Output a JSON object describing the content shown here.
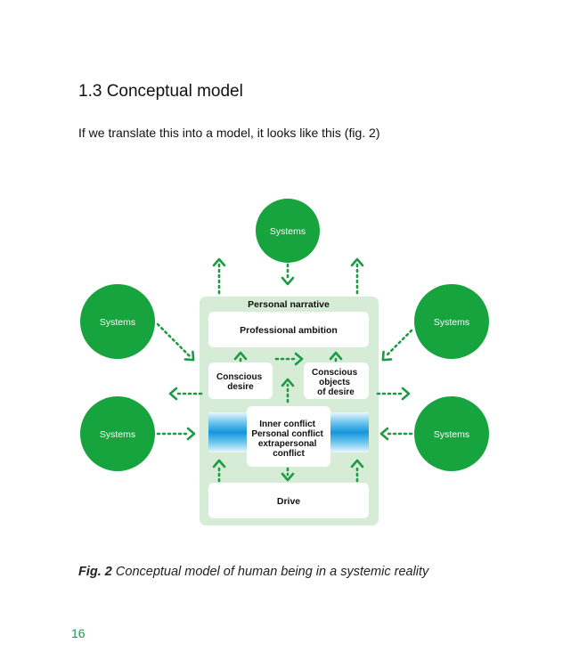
{
  "section": {
    "heading": "1.3 Conceptual model",
    "intro": "If we translate this into a model, it looks like this (fig. 2)"
  },
  "figure": {
    "system_label": "Systems",
    "panel_title": "Personal narrative",
    "professional_ambition": "Professional ambition",
    "conscious_desire": [
      "Conscious",
      "desire"
    ],
    "conscious_objects": [
      "Conscious",
      "objects",
      "of desire"
    ],
    "inner_conflict": [
      "Inner conflict",
      "Personal conflict",
      "extrapersonal",
      "conflict"
    ],
    "drive": "Drive"
  },
  "caption": {
    "label": "Fig. 2",
    "text": " Conceptual model of human being in a systemic reality"
  },
  "page_number": "16",
  "colors": {
    "green": "#17a33e",
    "panel_bg": "#d6ecd6",
    "arrow": "#1e9a45",
    "conflict_blue": "#1d9be0"
  }
}
